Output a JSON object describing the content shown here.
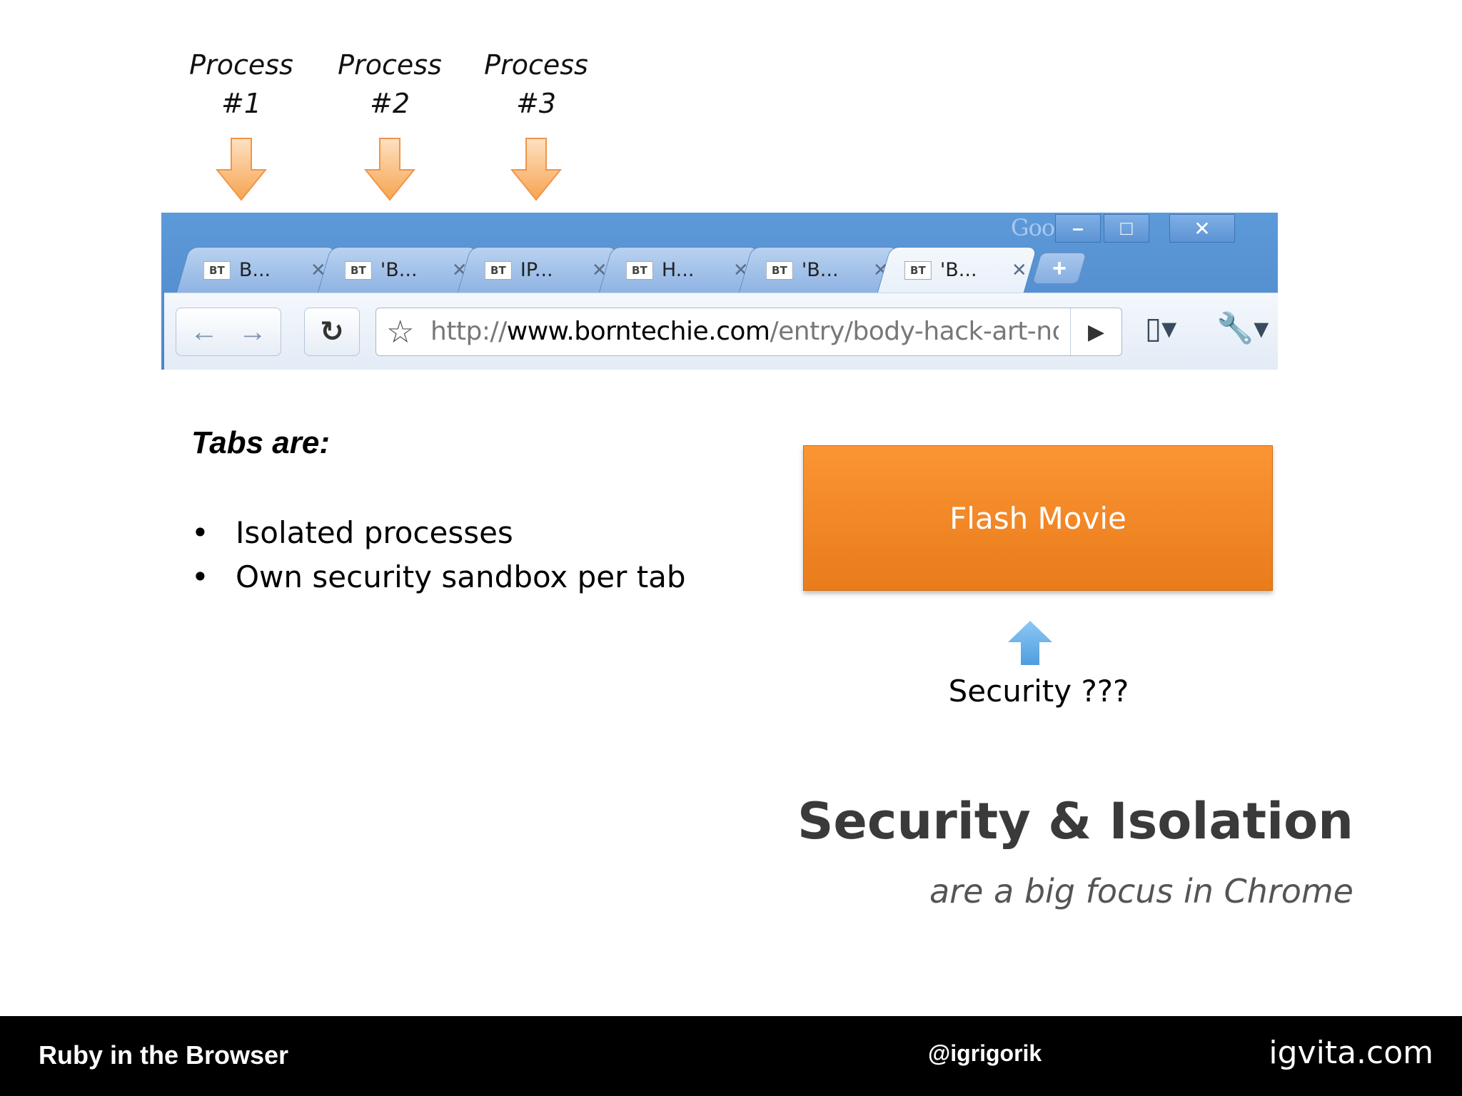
{
  "processes": [
    {
      "line1": "Process",
      "line2": "#1"
    },
    {
      "line1": "Process",
      "line2": "#2"
    },
    {
      "line1": "Process",
      "line2": "#3"
    }
  ],
  "browser": {
    "brand": "Google",
    "window_controls": {
      "minimize": "–",
      "maximize": "□",
      "close": "✕"
    },
    "tabs": [
      {
        "favicon": "BT",
        "title": "B...",
        "close": "✕"
      },
      {
        "favicon": "BT",
        "title": "'B...",
        "close": "✕"
      },
      {
        "favicon": "BT",
        "title": "IP...",
        "close": "✕"
      },
      {
        "favicon": "BT",
        "title": "H...",
        "close": "✕"
      },
      {
        "favicon": "BT",
        "title": "'B...",
        "close": "✕"
      },
      {
        "favicon": "BT",
        "title": "'B...",
        "close": "✕"
      }
    ],
    "new_tab": "+",
    "nav": {
      "back": "←",
      "forward": "→",
      "reload": "↻",
      "star": "☆",
      "go": "▶",
      "page_menu": "▯▾",
      "tools_menu": "🔧▾"
    },
    "url": {
      "scheme": "http://",
      "host": "www.borntechie.com",
      "path": "/entry/body-hack-art-not-f"
    }
  },
  "tabs_info": {
    "heading": "Tabs are:",
    "bullets": [
      "Isolated processes",
      "Own security sandbox per tab"
    ]
  },
  "flash": {
    "label": "Flash Movie",
    "caption": "Security ???"
  },
  "title": "Security & Isolation",
  "subtitle": "are a big focus in Chrome",
  "footer": {
    "left": "Ruby in the Browser",
    "middle": "@igrigorik",
    "right": "igvita.com"
  },
  "colors": {
    "flash_orange": "#f28a26",
    "arrow_down": "#f9a95c",
    "arrow_up": "#5aa9e6",
    "chrome_blue": "#5d9ad9"
  }
}
